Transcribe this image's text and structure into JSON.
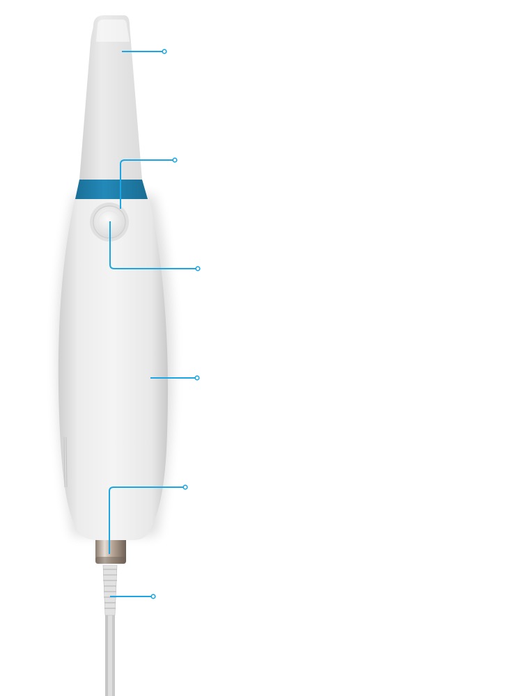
{
  "product": {
    "name": "intraoral-scanner",
    "accent_color": "#1e7fab",
    "callout_color": "#1aa6e4",
    "body_color": "#e9e9e9"
  },
  "callouts": [
    {
      "id": "scanner-tip",
      "label": ""
    },
    {
      "id": "accent-ring",
      "label": ""
    },
    {
      "id": "scan-button",
      "label": ""
    },
    {
      "id": "handle-body",
      "label": ""
    },
    {
      "id": "cable-connector",
      "label": ""
    },
    {
      "id": "cable-strain-relief",
      "label": ""
    }
  ]
}
